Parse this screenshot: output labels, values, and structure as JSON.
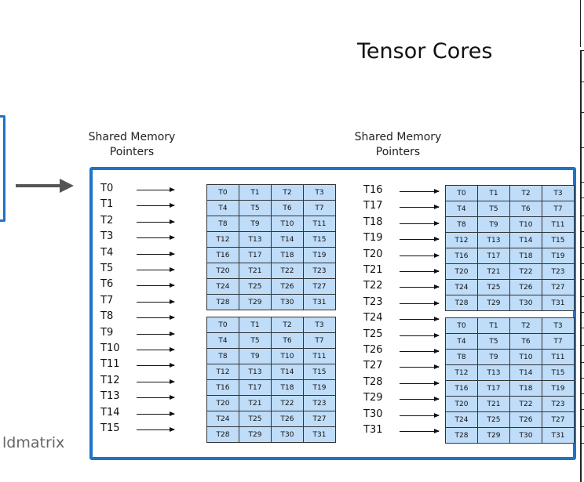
{
  "title": "Tensor Cores",
  "left_pointers_label": [
    "Shared Memory",
    "Pointers"
  ],
  "right_pointers_label": [
    "Shared Memory",
    "Pointers"
  ],
  "caption": "ldmatrix",
  "threads_left": [
    "T0",
    "T1",
    "T2",
    "T3",
    "T4",
    "T5",
    "T6",
    "T7",
    "T8",
    "T9",
    "T10",
    "T11",
    "T12",
    "T13",
    "T14",
    "T15"
  ],
  "threads_right": [
    "T16",
    "T17",
    "T18",
    "T19",
    "T20",
    "T21",
    "T22",
    "T23",
    "T24",
    "T25",
    "T26",
    "T27",
    "T28",
    "T29",
    "T30",
    "T31"
  ],
  "matrix_rows": [
    [
      "T0",
      "T1",
      "T2",
      "T3"
    ],
    [
      "T4",
      "T5",
      "T6",
      "T7"
    ],
    [
      "T8",
      "T9",
      "T10",
      "T11"
    ],
    [
      "T12",
      "T13",
      "T14",
      "T15"
    ],
    [
      "T16",
      "T17",
      "T18",
      "T19"
    ],
    [
      "T20",
      "T21",
      "T22",
      "T23"
    ],
    [
      "T24",
      "T25",
      "T26",
      "T27"
    ],
    [
      "T28",
      "T29",
      "T30",
      "T31"
    ]
  ],
  "colors": {
    "frame": "#1f73c8",
    "cell": "#bfdcf8",
    "arrow": "#555555"
  }
}
